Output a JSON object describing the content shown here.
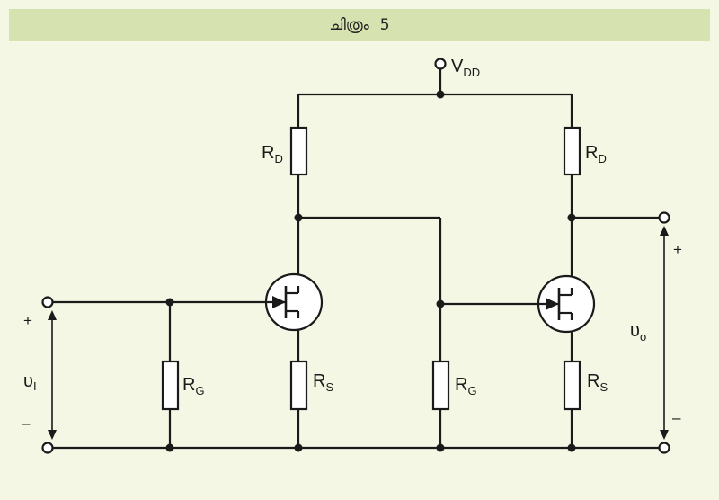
{
  "header": {
    "title_text": "ചിത്രം",
    "title_number": "5"
  },
  "labels": {
    "vdd_main": "V",
    "vdd_sub": "DD",
    "rd_main": "R",
    "rd_sub": "D",
    "rg_main": "R",
    "rg_sub": "G",
    "rs_main": "R",
    "rs_sub": "S",
    "vi_main": "υ",
    "vi_sub": "I",
    "vo_main": "υ",
    "vo_sub": "o",
    "plus": "+",
    "minus": "–"
  }
}
